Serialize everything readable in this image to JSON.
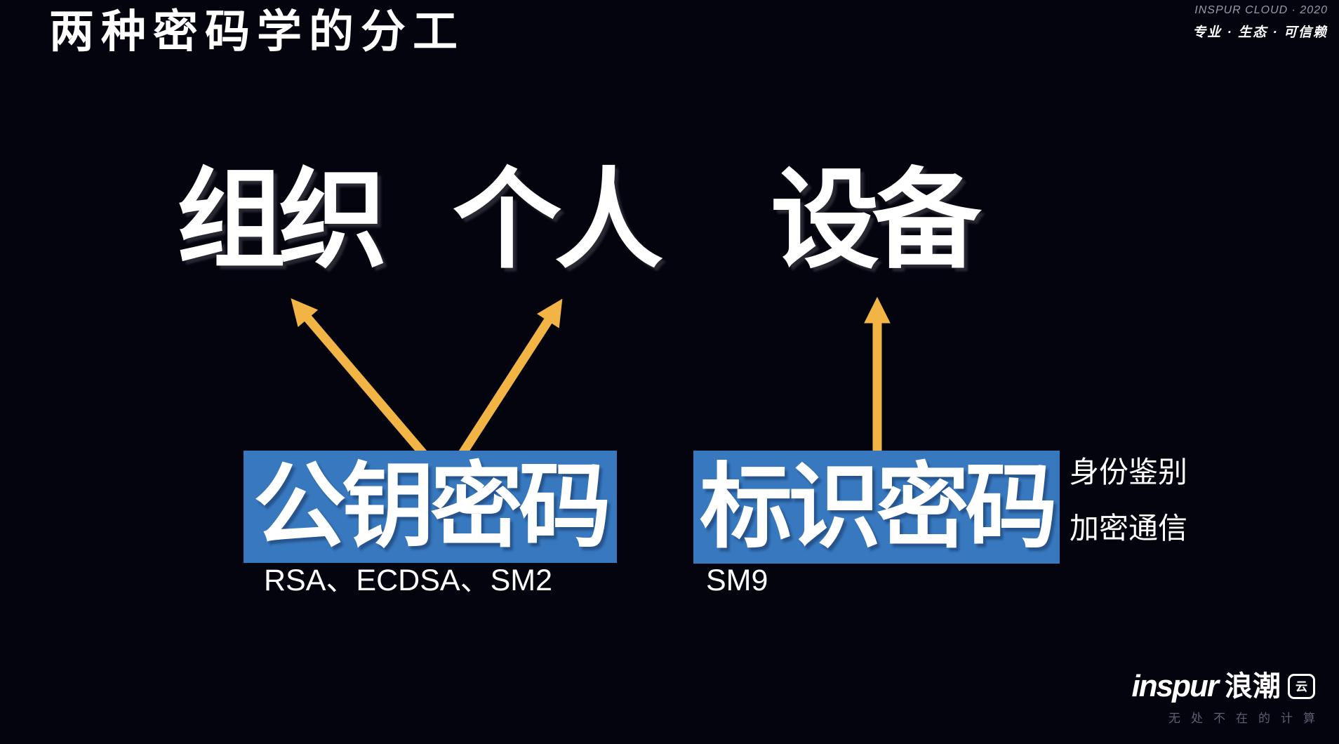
{
  "colors": {
    "background": "#04040F",
    "accent_blue": "#3778BF",
    "arrow_yellow": "#F2B545",
    "muted_gray": "#999CA6",
    "tagline_gray": "#5B6170"
  },
  "header": {
    "title": "两种密码学的分工",
    "brand_line1": "INSPUR CLOUD · 2020",
    "brand_line2": "专业 · 生态 · 可信赖"
  },
  "entities": [
    {
      "label": "组织"
    },
    {
      "label": "个人"
    },
    {
      "label": "设备"
    }
  ],
  "methods": [
    {
      "name": "公钥密码",
      "algorithms": "RSA、ECDSA、SM2"
    },
    {
      "name": "标识密码",
      "algorithms": "SM9"
    }
  ],
  "capabilities": [
    {
      "label": "身份鉴别"
    },
    {
      "label": "加密通信"
    }
  ],
  "footer": {
    "logo_latin": "inspur",
    "logo_cn": "浪潮",
    "logo_badge": "云",
    "tagline": "无处不在的计算"
  }
}
